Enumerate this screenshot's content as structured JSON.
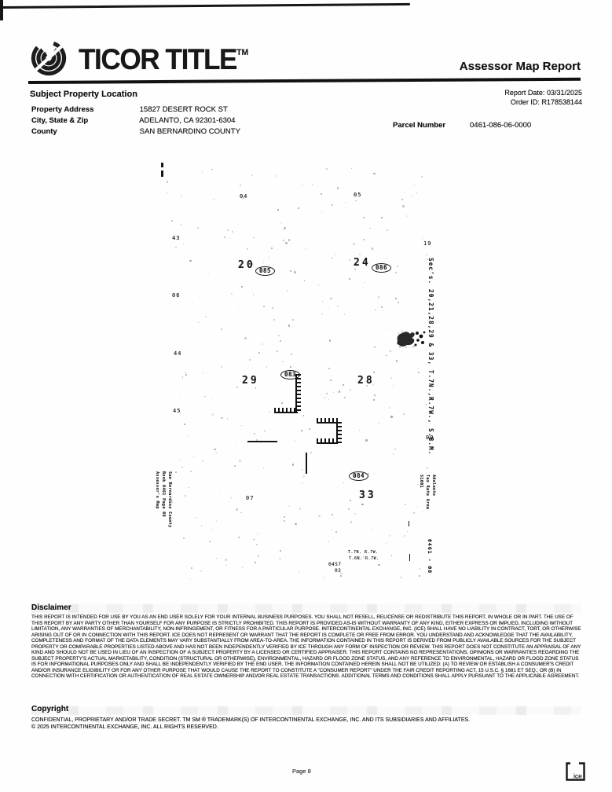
{
  "header": {
    "brand": "TICOR TITLE",
    "brand_tm": "TM",
    "report_title": "Assessor Map Report"
  },
  "property": {
    "section_title": "Subject Property Location",
    "report_date_label": "Report Date:",
    "report_date": "03/31/2025",
    "order_id_label": "Order ID:",
    "order_id": "R178538144",
    "rows": [
      {
        "label": "Property Address",
        "value": "15827 DESERT ROCK ST"
      },
      {
        "label": "City, State & Zip",
        "value": "ADELANTO, CA 92301-6304"
      },
      {
        "label": "County",
        "value": "SAN BERNARDINO COUNTY"
      }
    ],
    "parcel_label": "Parcel Number",
    "parcel_number": "0461-086-06-0000"
  },
  "map": {
    "labels": [
      "04",
      "05",
      "43",
      "19",
      "20",
      "085",
      "24",
      "086",
      "06",
      "44",
      "29",
      "083",
      "28",
      "45",
      "09",
      "07",
      "084",
      "33",
      "T.7N. R.7W.",
      "T.6N. R.7W.",
      "0457",
      "03"
    ],
    "sections_note": "Sec's. 20,21,28,29 & 33, T.7N.,R.7W., S.B.M.",
    "assessor_note_lines": [
      "Assessor's Map",
      "Book 0461 Page 08",
      "San Bernardino County"
    ],
    "tax_note_lines": [
      "Adelanto",
      "Tax Rate Area",
      "51001"
    ],
    "book_code": "0461 - 08"
  },
  "disclaimer": {
    "title": "Disclaimer",
    "body": "THIS REPORT IS INTENDED FOR USE BY YOU AS AN END USER SOLELY FOR YOUR INTERNAL BUSINESS PURPOSES. YOU SHALL NOT RESELL, RELICENSE OR REDISTRIBUTE THIS REPORT, IN WHOLE OR IN PART. THE USE OF THIS REPORT BY ANY PARTY OTHER THAN YOURSELF FOR ANY PURPOSE IS STRICTLY PROHIBITED. THIS REPORT IS PROVIDED AS-IS WITHOUT WARRANTY OF ANY KIND, EITHER EXPRESS OR IMPLIED, INCLUDING WITHOUT LIMITATION, ANY WARRANTIES OF MERCHANTABILITY, NON-INFRINGEMENT, OR FITNESS FOR A PARTICULAR PURPOSE. INTERCONTINENTAL EXCHANGE, INC. (ICE) SHALL HAVE NO LIABILITY IN CONTRACT, TORT, OR OTHERWISE ARISING OUT OF OR IN CONNECTION WITH THIS REPORT. ICE DOES NOT REPRESENT OR WARRANT THAT THE REPORT IS COMPLETE OR FREE FROM ERROR. YOU UNDERSTAND AND ACKNOWLEDGE THAT THE AVAILABILITY, COMPLETENESS AND FORMAT OF THE DATA ELEMENTS MAY VARY SUBSTANTIALLY FROM AREA-TO-AREA. THE INFORMATION CONTAINED IN THIS REPORT IS DERIVED FROM PUBLICLY AVAILABLE SOURCES FOR THE SUBJECT PROPERTY OR COMPARABLE PROPERTIES LISTED ABOVE AND HAS NOT BEEN INDEPENDENTLY VERIFIED BY ICE THROUGH ANY FORM OF INSPECTION OR REVIEW. THIS REPORT DOES NOT CONSTITUTE AN APPRAISAL OF ANY KIND AND SHOULD NOT BE USED IN LIEU OF AN INSPECTION OF A SUBJECT PROPERTY BY A LICENSED OR CERTIFIED APPRAISER. THIS REPORT CONTAINS NO REPRESENTATIONS, OPINIONS OR WARRANTIES REGARDING THE SUBJECT PROPERTY'S ACTUAL MARKETABILITY, CONDITION (STRUCTURAL OR OTHERWISE), ENVIRONMENTAL, HAZARD OR FLOOD ZONE STATUS, AND ANY REFERENCE TO ENVIRONMENTAL, HAZARD OR FLOOD ZONE STATUS IS FOR INFORMATIONAL PURPOSES ONLY AND SHALL BE INDEPENDENTLY VERIFIED BY THE END USER. THE INFORMATION CONTAINED HEREIN SHALL NOT BE UTILIZED: (A) TO REVIEW OR ESTABLISH A CONSUMER'S CREDIT AND/OR INSURANCE ELIGIBILITY OR FOR ANY OTHER PURPOSE THAT WOULD CAUSE THE REPORT TO CONSTITUTE A \"CONSUMER REPORT\" UNDER THE FAIR CREDIT REPORTING ACT, 15 U.S.C. § 1681 ET SEQ.; OR (B) IN CONNECTION WITH CERTIFICATION OR AUTHENTICATION OF REAL ESTATE OWNERSHIP AND/OR REAL ESTATE TRANSACTIONS. ADDITIONAL TERMS AND CONDITIONS SHALL APPLY PURSUANT TO THE APPLICABLE AGREEMENT."
  },
  "copyright": {
    "title": "Copyright",
    "line1": "CONFIDENTIAL, PROPRIETARY AND/OR TRADE SECRET. TM SM ® TRADEMARK(S) OF INTERCONTINENTAL EXCHANGE, INC. AND ITS SUBSIDIARIES AND AFFILIATES.",
    "line2": "© 2025 INTERCONTINENTAL EXCHANGE, INC. ALL RIGHTS RESERVED."
  },
  "footer": {
    "page": "Page 8",
    "ice_logo_text": "ice"
  }
}
